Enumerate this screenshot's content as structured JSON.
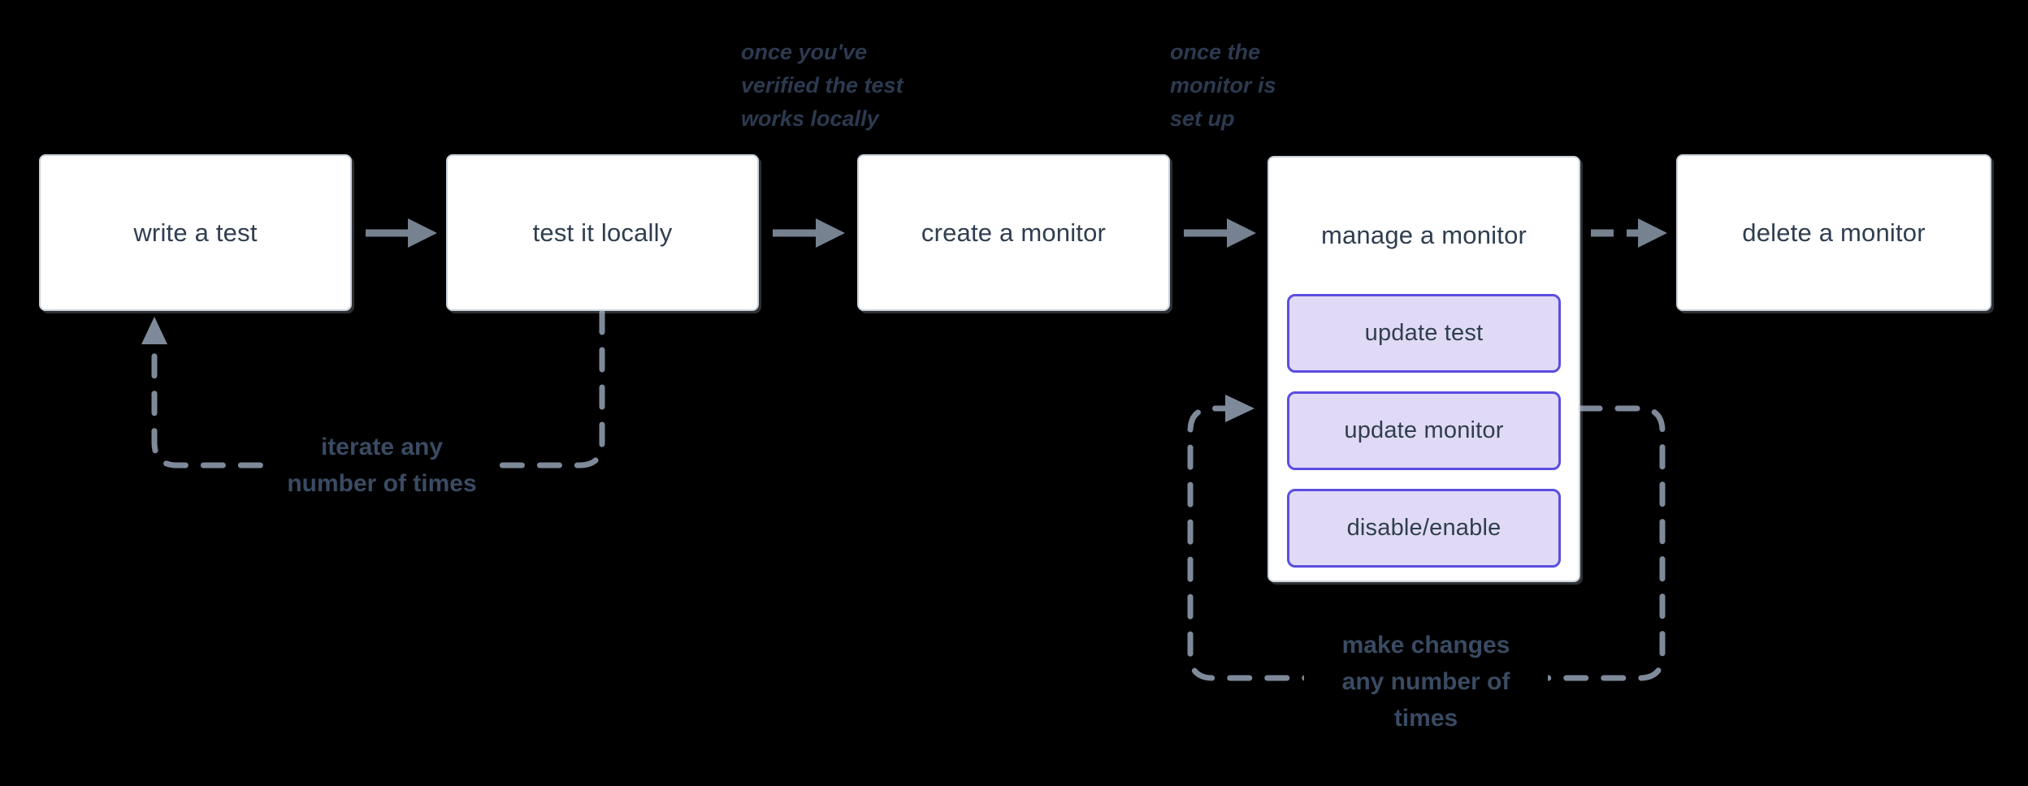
{
  "diagram": {
    "background": "#000000",
    "nodes": {
      "write_test": {
        "label": "write a test"
      },
      "test_locally": {
        "label": "test it locally"
      },
      "create_monitor": {
        "label": "create a monitor"
      },
      "manage_monitor": {
        "label": "manage a monitor",
        "actions": [
          {
            "label": "update test"
          },
          {
            "label": "update monitor"
          },
          {
            "label": "disable/enable"
          }
        ]
      },
      "delete_monitor": {
        "label": "delete a monitor"
      }
    },
    "annotations": {
      "verified_locally": {
        "lines": [
          "once you've",
          "verified the test",
          "works locally"
        ]
      },
      "monitor_set_up": {
        "lines": [
          "once the",
          "monitor is",
          "set up"
        ]
      },
      "iterate": {
        "lines": [
          "iterate any",
          "number of times"
        ]
      },
      "make_changes": {
        "lines": [
          "make changes",
          "any number of",
          "times"
        ]
      }
    },
    "colors": {
      "node_fill": "#ffffff",
      "node_border": "#c9d2da",
      "node_text": "#2f3e50",
      "action_fill": "#e0daf7",
      "action_border": "#5b4ee0",
      "arrow": "#76828f",
      "dashed_loop": "#7e8a9a",
      "annotation_text": "#2c3a50",
      "loop_caption_text": "#3a4b63"
    }
  }
}
